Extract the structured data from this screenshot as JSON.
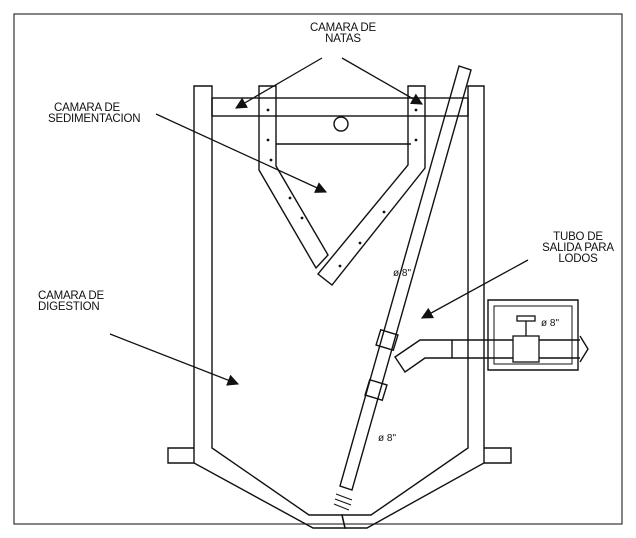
{
  "labels": {
    "natas": [
      "CAMARA DE",
      "NATAS"
    ],
    "sedimentacion": [
      "CAMARA DE",
      "SEDIMENTACION"
    ],
    "digestion": [
      "CAMARA DE",
      "DIGESTION"
    ],
    "tubo": [
      "TUBO DE",
      "SALIDA PARA",
      "LODOS"
    ]
  },
  "dimensions": {
    "pipe_upper": "ø 8\"",
    "pipe_lower": "ø 8\"",
    "valve": "ø 8\""
  }
}
